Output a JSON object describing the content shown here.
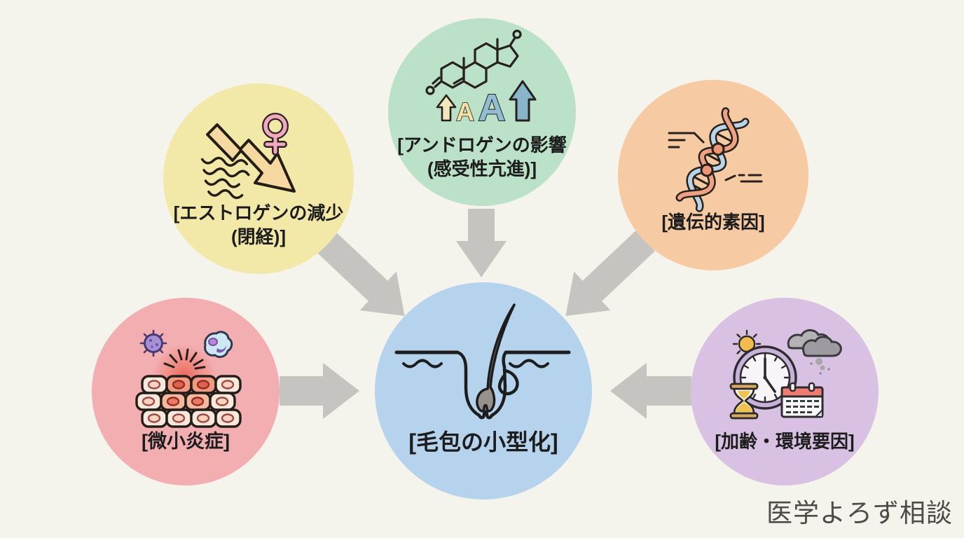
{
  "diagram": {
    "background": "#f5f4ec",
    "arrow_color": "#c6c4c1",
    "center": {
      "id": "follicle-miniaturization",
      "label": "[毛包の小型化]",
      "color": "#b6d3ee",
      "icon": "hair-follicle-icon"
    },
    "factors": [
      {
        "id": "estrogen-decline",
        "label_line1": "[エストロゲンの減少",
        "label_line2": "(閉経)]",
        "color": "#f2e9a9",
        "icon": "estrogen-decline-icon",
        "icon_colors": {
          "arrow": "#f6d9a0",
          "female_symbol": "#f2a8be"
        }
      },
      {
        "id": "androgen-influence",
        "label_line1": "[アンドロゲンの影響",
        "label_line2": "(感受性亢進)]",
        "color": "#bbe1c9",
        "icon": "androgen-molecule-icon",
        "icon_letters": {
          "small": "A",
          "big": "A"
        },
        "icon_colors": {
          "small": "#f5e0a6",
          "big": "#90bdd1"
        }
      },
      {
        "id": "genetic-predisposition",
        "label_line1": "[遺伝的素因]",
        "label_line2": "",
        "color": "#f6caa3",
        "icon": "dna-helix-icon",
        "icon_colors": {
          "strand1": "#efa183",
          "strand2": "#b9d3e8"
        }
      },
      {
        "id": "micro-inflammation",
        "label_line1": "[微小炎症]",
        "label_line2": "",
        "color": "#f3aeb2",
        "icon": "inflamed-cells-icon",
        "icon_colors": {
          "glow": "#e85546",
          "virus": "#a890d8",
          "immune_cell": "#cfe7f3"
        }
      },
      {
        "id": "aging-environment",
        "label_line1": "[加齢・環境要因]",
        "label_line2": "",
        "color": "#d8c1e3",
        "icon": "clock-calendar-weather-icon",
        "icon_colors": {
          "clock_ring": "#c7b2d8",
          "calendar_header": "#ed7d70",
          "sand": "#f0c14c"
        }
      }
    ]
  },
  "watermark": "医学よろず相談"
}
